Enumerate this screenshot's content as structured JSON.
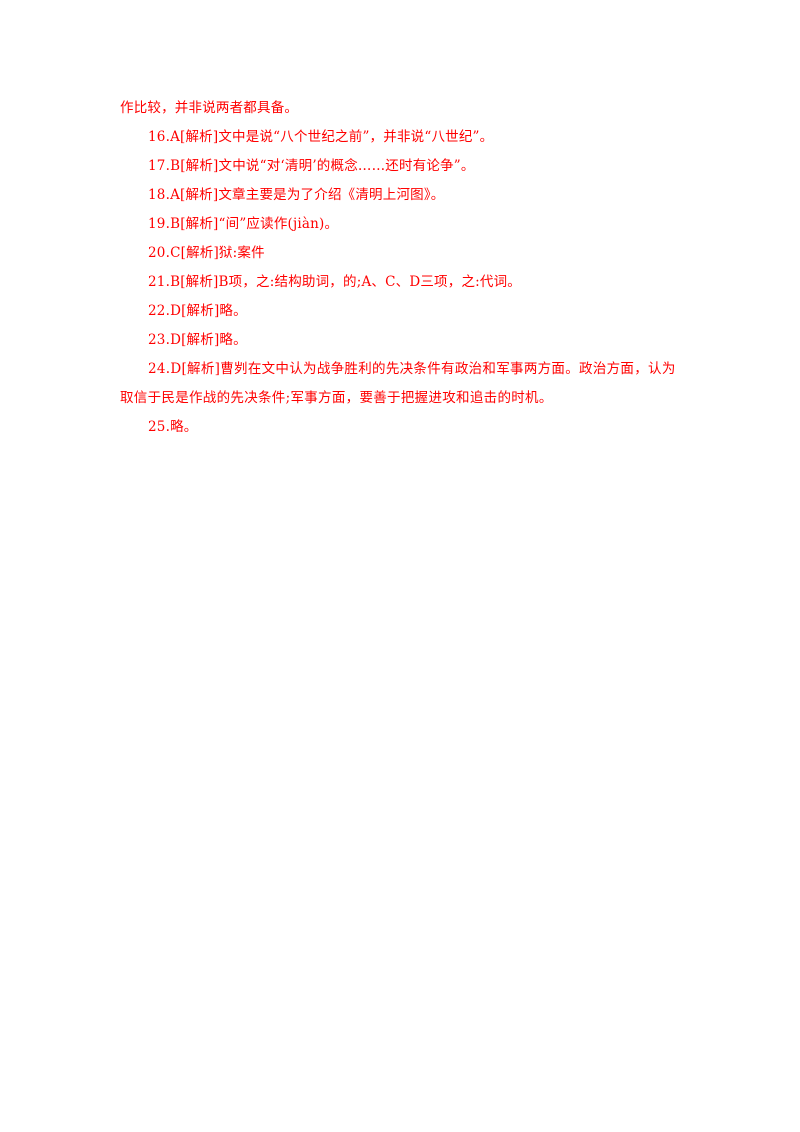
{
  "document": {
    "lines": [
      "作比较，并非说两者都具备。",
      "16.A[解析]文中是说“八个世纪之前”，并非说“八世纪”。",
      "17.B[解析]文中说“对‘清明’的概念……还时有论争”。",
      "18.A[解析]文章主要是为了介绍《清明上河图》。",
      "19.B[解析]“间”应读作(jiàn)。",
      "20.C[解析]狱:案件",
      "21.B[解析]B项，之:结构助词，的;A、C、D三项，之:代词。",
      "22.D[解析]略。",
      "23.D[解析]略。",
      "24.D[解析]曹刿在文中认为战争胜利的先决条件有政治和军事两方面。政治方面，认为取信于民是作战的先决条件;军事方面，要善于把握进攻和追击的时机。",
      "25.略。"
    ],
    "text_color": "#ff0000"
  }
}
